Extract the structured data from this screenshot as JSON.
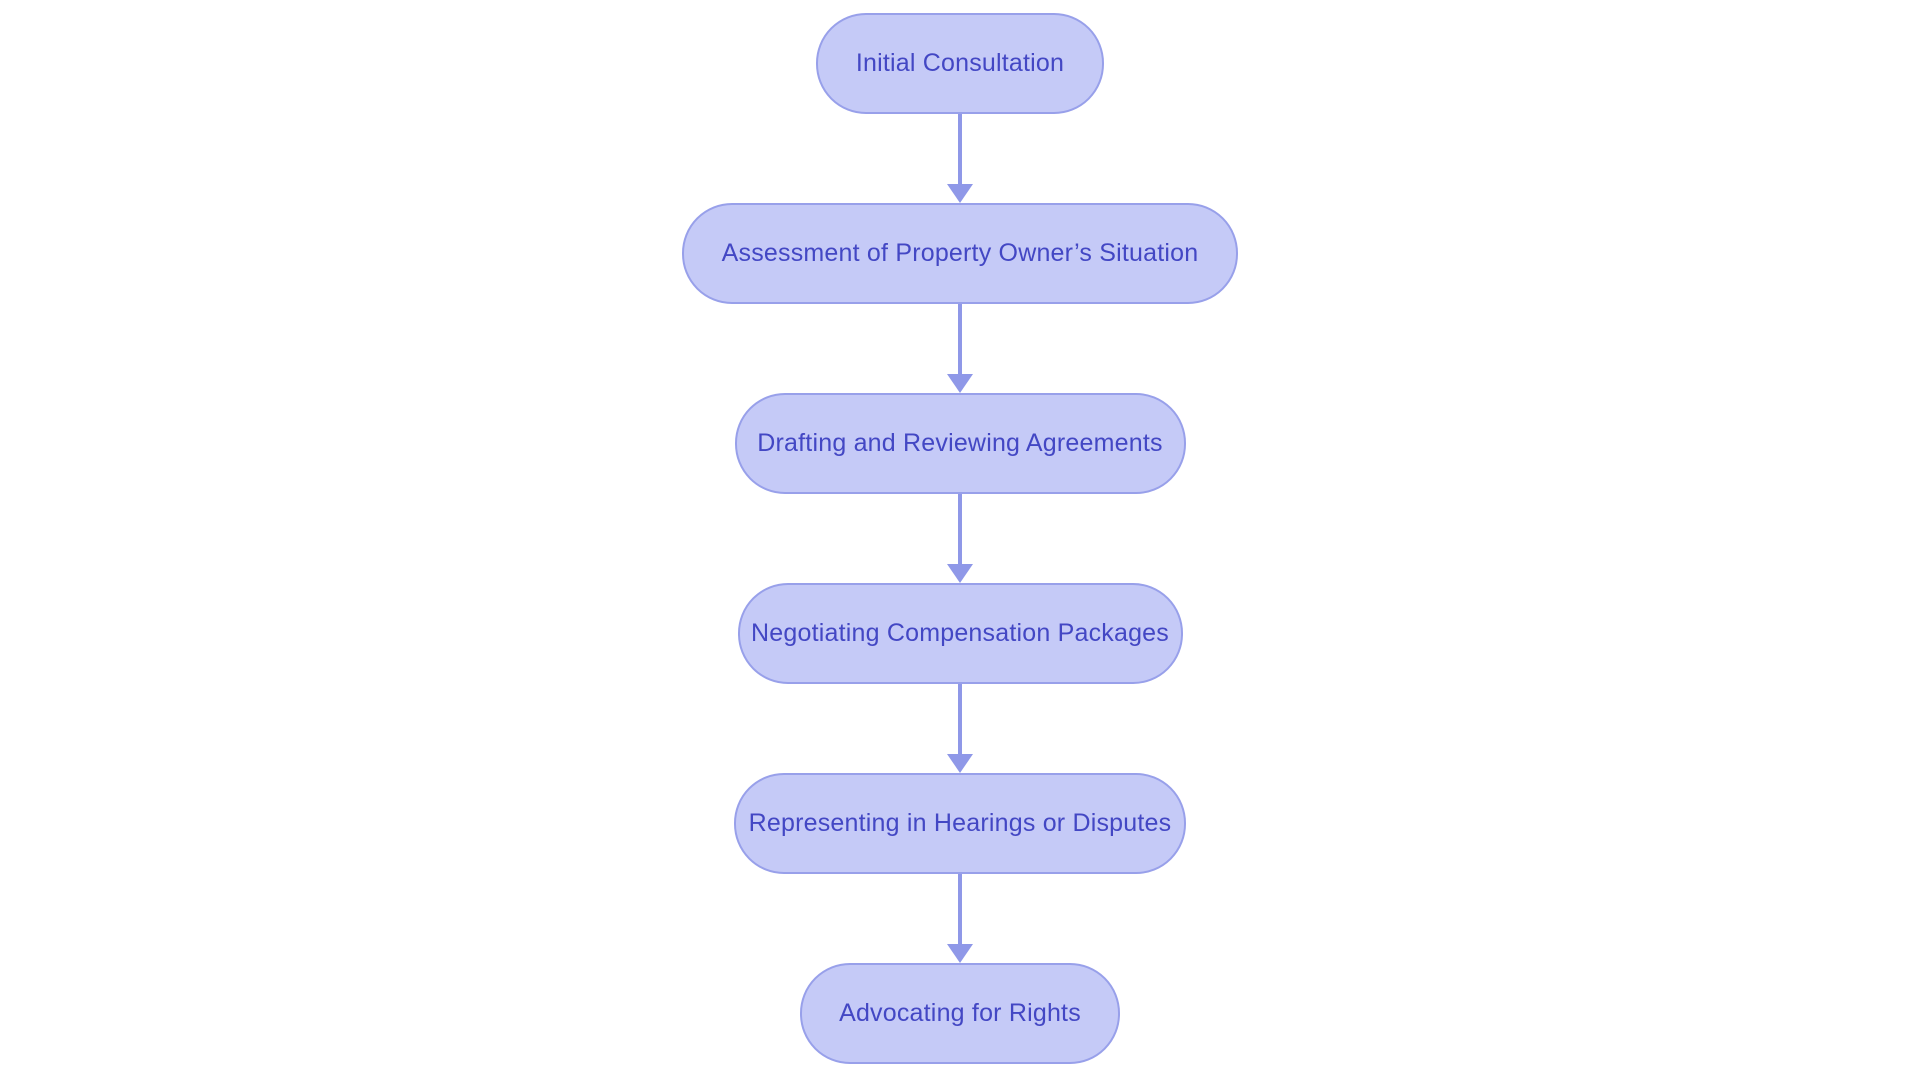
{
  "flowchart": {
    "direction": "top-down",
    "background": "#ffffff",
    "colors": {
      "node_fill": "#c5caf7",
      "node_border": "#98a0ea",
      "node_text": "#4347c4",
      "arrow": "#8f98e8"
    },
    "nodes": [
      {
        "label": "Initial Consultation"
      },
      {
        "label": "Assessment of Property Owner’s Situation"
      },
      {
        "label": "Drafting and Reviewing Agreements"
      },
      {
        "label": "Negotiating Compensation Packages"
      },
      {
        "label": "Representing in Hearings or Disputes"
      },
      {
        "label": "Advocating for Rights"
      }
    ],
    "edges": [
      {
        "from": 0,
        "to": 1
      },
      {
        "from": 1,
        "to": 2
      },
      {
        "from": 2,
        "to": 3
      },
      {
        "from": 3,
        "to": 4
      },
      {
        "from": 4,
        "to": 5
      }
    ]
  }
}
